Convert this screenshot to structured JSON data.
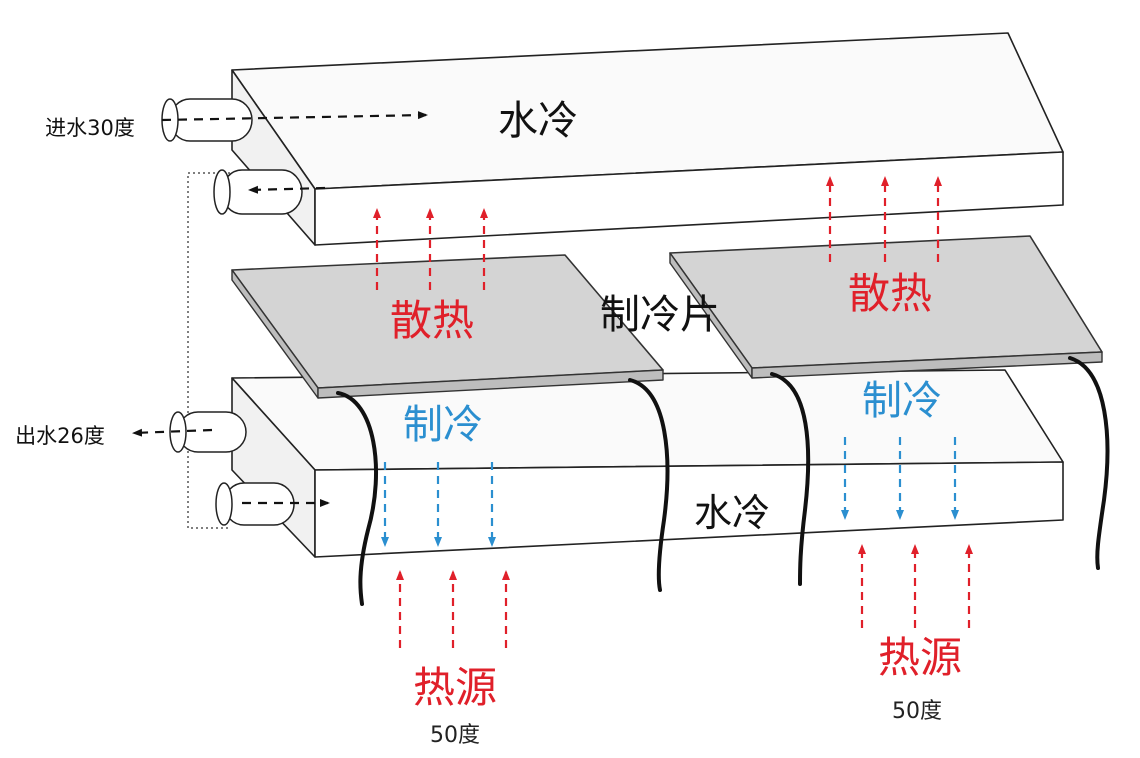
{
  "labels": {
    "water_cool_top": "水冷",
    "water_cool_bottom": "水冷",
    "inlet": "进水30度",
    "outlet": "出水26度",
    "peltier": "制冷片",
    "heat_dissipation_left": "散热",
    "heat_dissipation_right": "散热",
    "cooling_left": "制冷",
    "cooling_right": "制冷",
    "heat_source_left": "热源",
    "heat_source_right": "热源",
    "heat_source_temp_left": "50度",
    "heat_source_temp_right": "50度"
  },
  "colors": {
    "heat": "#e0202a",
    "cool": "#2b8fd0",
    "text": "#111111"
  }
}
